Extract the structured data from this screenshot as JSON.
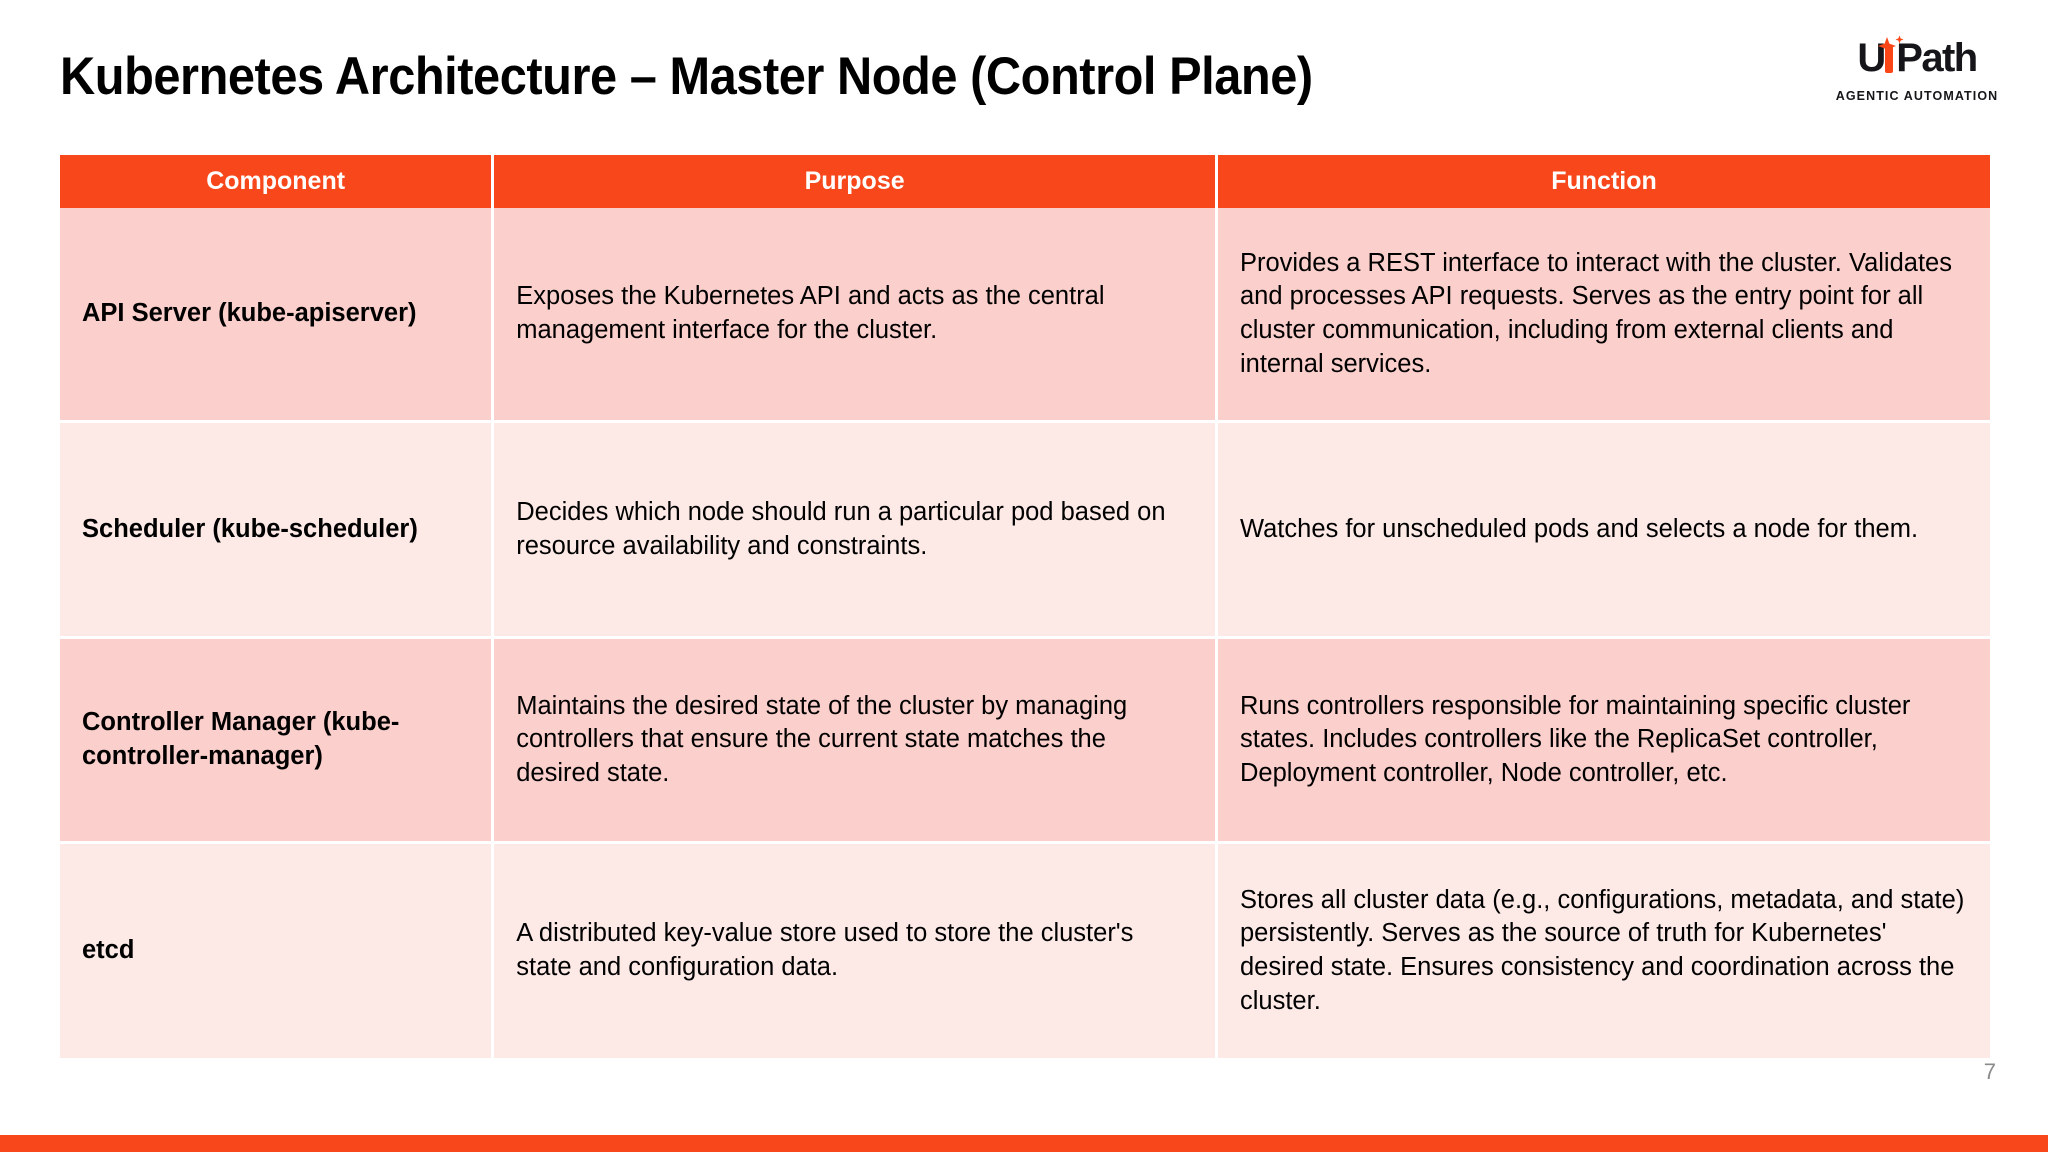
{
  "slide": {
    "title": "Kubernetes Architecture – Master Node (Control Plane)",
    "page_number": "7",
    "accent_color": "#F8471A",
    "row_dark_color": "#FBCFCB",
    "row_light_color": "#FDEAE7",
    "header_text_color": "#FFFFFF"
  },
  "logo": {
    "word_u": "U",
    "word_path": "Path",
    "tagline": "AGENTIC AUTOMATION",
    "accent_color": "#FA4616",
    "text_color": "#16161A"
  },
  "table": {
    "headers": [
      "Component",
      "Purpose",
      "Function"
    ],
    "rows": [
      {
        "component": "API Server (kube-apiserver)",
        "purpose": "Exposes the Kubernetes API and acts as the central management interface for the cluster.",
        "function": "Provides a REST interface to interact with the cluster. Validates and processes API requests. Serves as the entry point for all cluster communication, including from external clients and internal services."
      },
      {
        "component": "Scheduler (kube-scheduler)",
        "purpose": "Decides which node should run a particular pod based on resource availability and constraints.",
        "function": "Watches for unscheduled pods and selects a node for them."
      },
      {
        "component": "Controller Manager (kube-controller-manager)",
        "purpose": "Maintains the desired state of the cluster by managing controllers that ensure the current state matches the desired state.",
        "function": "Runs controllers responsible for maintaining specific cluster states. Includes controllers like the ReplicaSet controller, Deployment controller, Node controller, etc."
      },
      {
        "component": "etcd",
        "purpose": "A distributed key-value store used to store the cluster's state and configuration data.",
        "function": "Stores all cluster data (e.g., configurations, metadata, and state) persistently. Serves as the source of truth for Kubernetes' desired state. Ensures consistency and coordination across the cluster."
      }
    ]
  }
}
